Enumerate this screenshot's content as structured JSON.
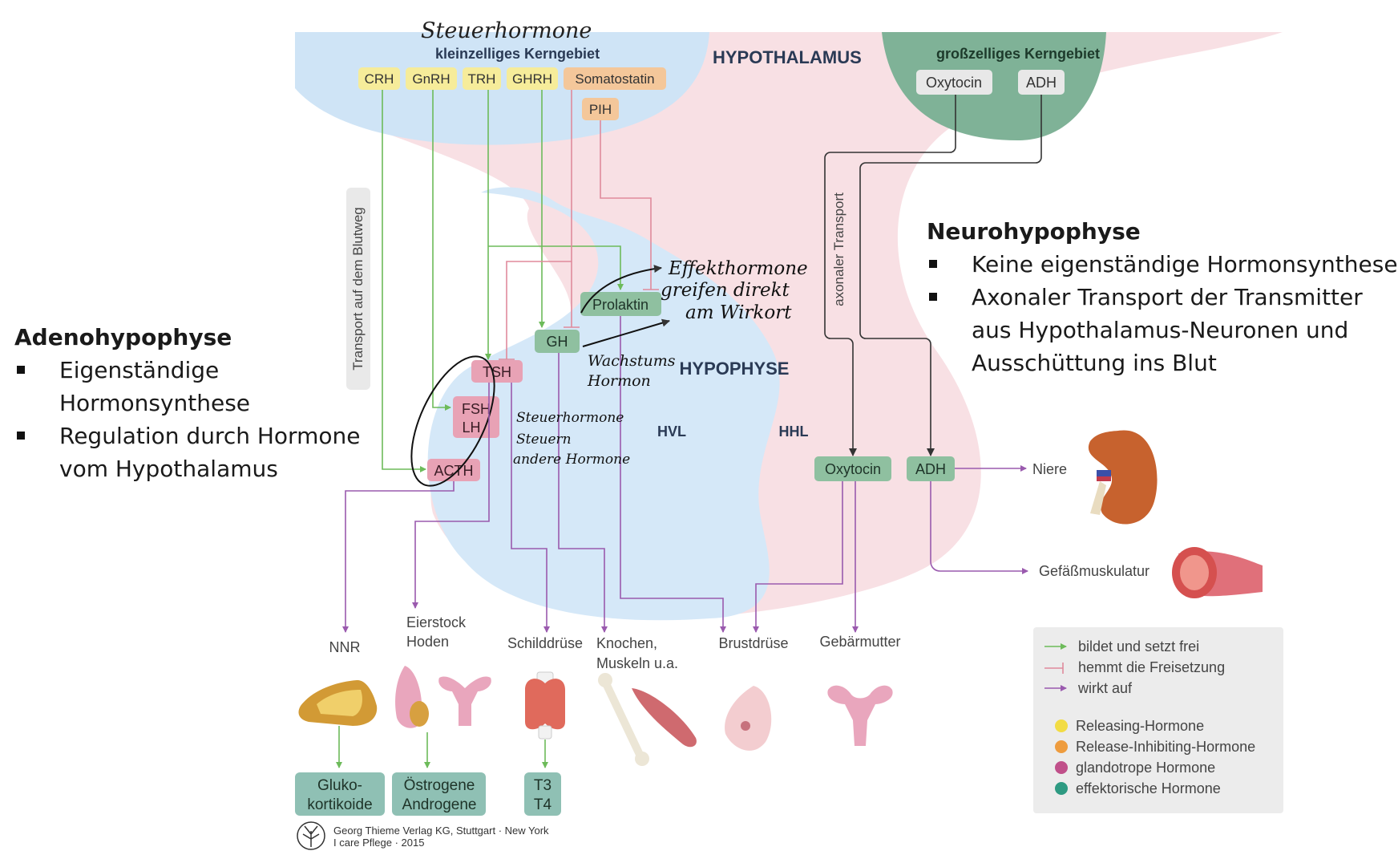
{
  "hypothalamus": {
    "title": "HYPOTHALAMUS",
    "small_cell": {
      "handwritten_note": "Steuerhormone",
      "label": "kleinzelliges Kerngebiet",
      "hormones": [
        "CRH",
        "GnRH",
        "TRH",
        "GHRH",
        "Somatostatin"
      ],
      "extra": "PIH"
    },
    "large_cell": {
      "label": "großzelliges Kerngebiet",
      "hormones": [
        "Oxytocin",
        "ADH"
      ]
    }
  },
  "blood_transport_label": "Transport auf dem Blutweg",
  "axonal_transport_label": "axonaler Transport",
  "hypophyse": {
    "title": "HYPOPHYSE",
    "hvl": "HVL",
    "hhl": "HHL",
    "hvl_hormones": [
      "Prolaktin",
      "GH",
      "TSH",
      "FSH",
      "LH",
      "ACTH"
    ],
    "hhl_hormones": [
      "Oxytocin",
      "ADH"
    ]
  },
  "handwritten": {
    "effect": [
      "Effekthormone",
      "greifen direkt",
      "am Wirkort"
    ],
    "growth": [
      "Wachstums",
      "Hormon"
    ],
    "control": [
      "Steuerhormone",
      "Steuern",
      "andere Hormone"
    ]
  },
  "targets": {
    "niere": "Niere",
    "gefaess": "Gefäßmuskulatur",
    "nnr": "NNR",
    "eierstock": [
      "Eierstock",
      "Hoden"
    ],
    "schilddruese": "Schilddrüse",
    "knochen": [
      "Knochen,",
      "Muskeln u.a."
    ],
    "brustdruese": "Brustdrüse",
    "gebaermutter": "Gebärmutter"
  },
  "products": {
    "gluko": [
      "Gluko-",
      "kortikoide"
    ],
    "oestrogene": [
      "Östrogene",
      "Androgene"
    ],
    "t": [
      "T3",
      "T4"
    ]
  },
  "legend": {
    "arrows": [
      "bildet und setzt frei",
      "hemmt die Freisetzung",
      "wirkt auf"
    ],
    "dots": [
      "Releasing-Hormone",
      "Release-Inhibiting-Hormone",
      "glandotrope Hormone",
      "effektorische Hormone"
    ],
    "colors": [
      "#f2dc44",
      "#ee9c3e",
      "#c0508a",
      "#2e9a82"
    ]
  },
  "credit": [
    "Georg Thieme Verlag KG, Stuttgart · New York",
    "I care Pflege · 2015"
  ],
  "adeno": {
    "title": "Adenohypophyse",
    "bullets": [
      "Eigenständige Hormonsynthese",
      "Regulation durch Hormone vom Hypothalamus"
    ]
  },
  "neuro": {
    "title": "Neurohypophyse",
    "bullets": [
      "Keine eigenständige Hormonsynthese",
      "Axonaler Transport der Transmitter aus Hypothalamus-Neuronen und Ausschüttung ins Blut"
    ]
  },
  "colors": {
    "green_arrow": "#6dbb5a",
    "red_inhibit": "#e08a9c",
    "purple_arrow": "#9a5aae",
    "blue_region": "#d5e8f8",
    "pink_region": "#f8e0e4",
    "large_cell_green": "#7fb297"
  }
}
